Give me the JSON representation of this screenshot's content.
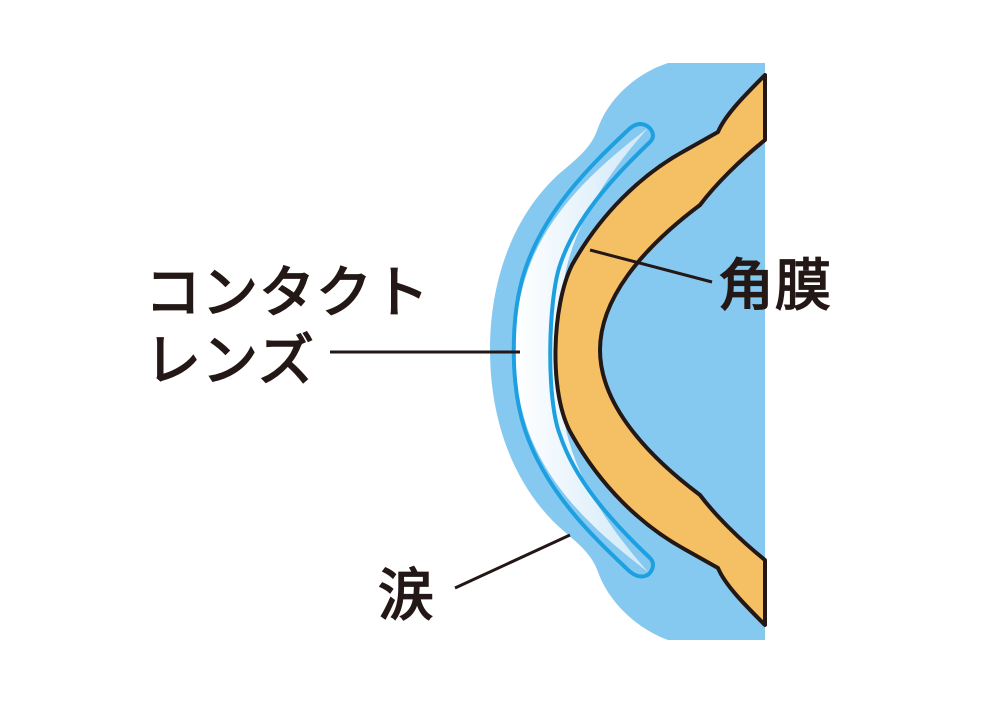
{
  "labels": {
    "contact_lens_line1": "コンタクト",
    "contact_lens_line2": "レンズ",
    "cornea": "角膜",
    "tears": "涙"
  },
  "colors": {
    "tear_film": "#86c9f0",
    "lens_gap": "#dff0fb",
    "lens_stroke": "#1ea0e0",
    "cornea_fill": "#f5c063",
    "outline": "#231815",
    "text": "#231815",
    "background": "#ffffff"
  }
}
